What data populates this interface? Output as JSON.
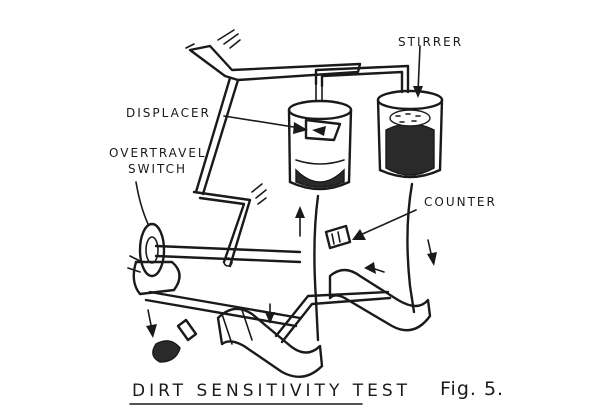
{
  "labels": {
    "stirrer": "STIRRER",
    "displacer": "DISPLACER",
    "overtravel_switch_line1": "OVERTRAVEL",
    "overtravel_switch_line2": "SWITCH",
    "counter": "COUNTER"
  },
  "caption": {
    "title": "DIRT SENSITIVITY TEST",
    "figure": "Fig. 5."
  },
  "colors": {
    "ink": "#1a1a1a",
    "paper": "#ffffff",
    "dirt": "#2a2a2a"
  }
}
